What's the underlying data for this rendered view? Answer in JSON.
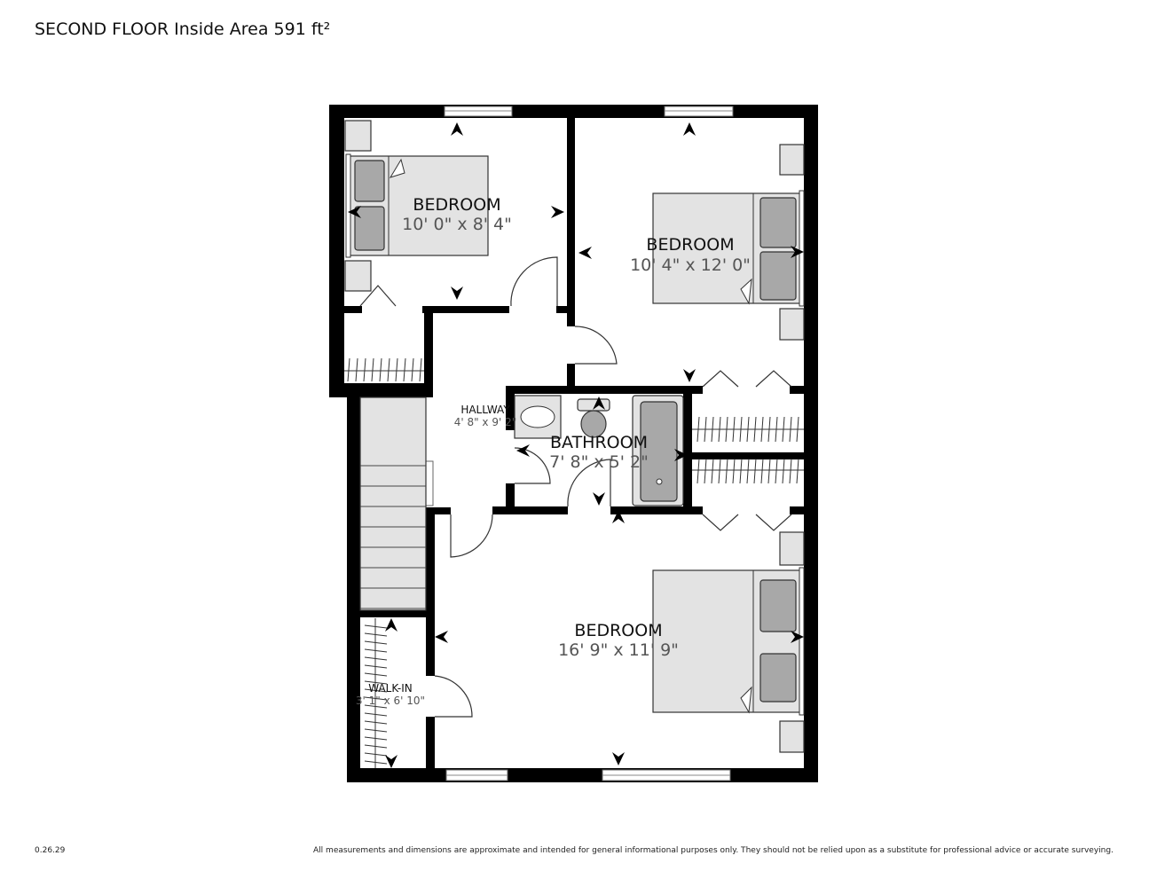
{
  "title": "SECOND FLOOR Inside Area 591 ft²",
  "rooms": [
    {
      "name": "BEDROOM",
      "dims": "10' 0\" x 8' 4\""
    },
    {
      "name": "BEDROOM",
      "dims": "10' 4\" x 12' 0\""
    },
    {
      "name": "HALLWAY",
      "dims": "4' 8\" x 9' 2\""
    },
    {
      "name": "BATHROOM",
      "dims": "7' 8\" x 5' 2\""
    },
    {
      "name": "BEDROOM",
      "dims": "16' 9\" x 11' 9\""
    },
    {
      "name": "WALK-IN",
      "dims": "3' 1\" x 6' 10\""
    }
  ],
  "footer": {
    "version": "0.26.29",
    "disclaimer": "All measurements and dimensions are approximate and intended for general informational purposes only. They should not be relied upon as a substitute for professional advice or accurate surveying."
  },
  "colors": {
    "wall": "#000000",
    "furniture": "#e3e3e3",
    "pillow": "#a8a8a8"
  }
}
